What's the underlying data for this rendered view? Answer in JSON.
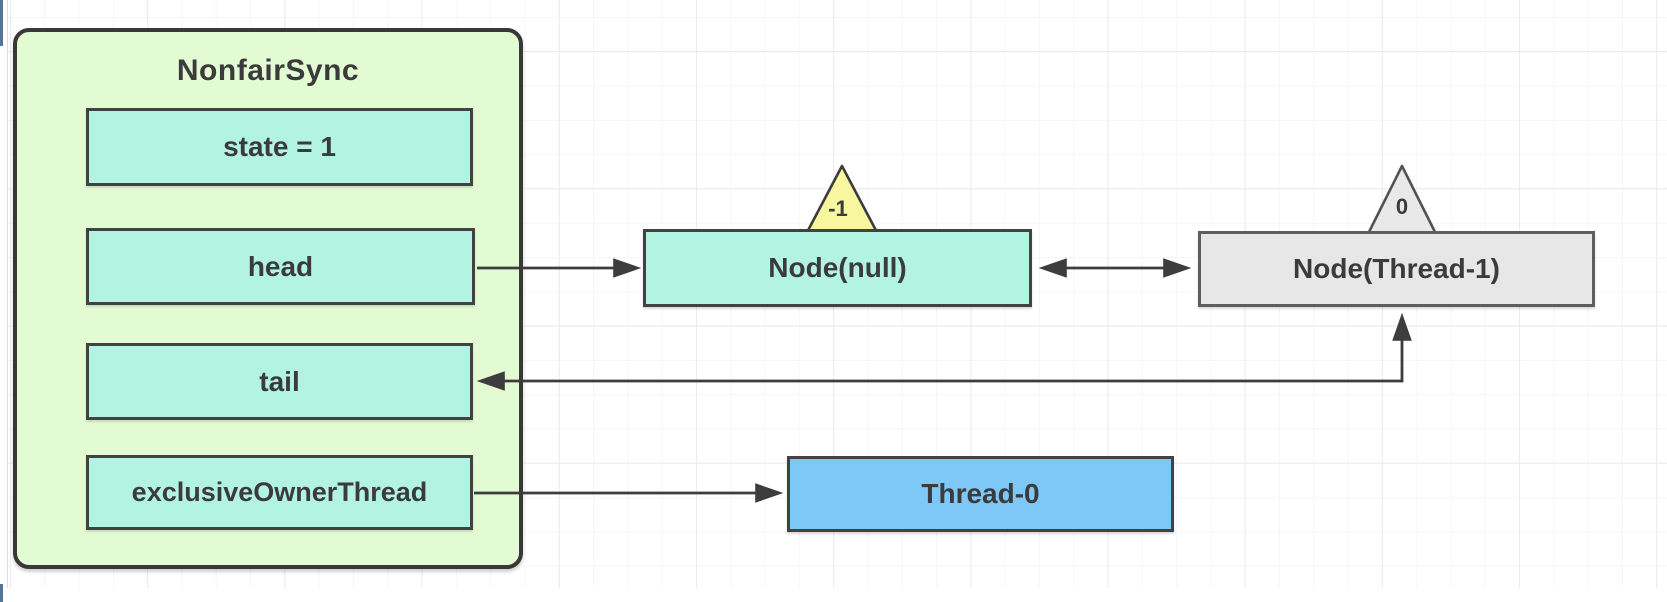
{
  "sync": {
    "title": "NonfairSync",
    "fields": {
      "state": "state = 1",
      "head": "head",
      "tail": "tail",
      "owner": "exclusiveOwnerThread"
    }
  },
  "queue": {
    "head_node": {
      "label": "Node(null)",
      "wait_status": "-1"
    },
    "tail_node": {
      "label": "Node(Thread-1)",
      "wait_status": "0"
    }
  },
  "owner": {
    "label": "Thread-0"
  },
  "colors": {
    "container_fill": "#e2fbd3",
    "container_stroke": "#383838",
    "field_fill": "#b2f3e2",
    "field_stroke": "#424242",
    "node_pending_fill": "#e7e7e7",
    "node_pending_stroke": "#5e5e5e",
    "thread_fill": "#7dc8f6",
    "waitstatus_yellow_fill": "#f9f6a0",
    "waitstatus_gray_fill": "#e9e9e9",
    "arrow_color": "#3d3d3d",
    "grid_line": "#eaeaea"
  }
}
